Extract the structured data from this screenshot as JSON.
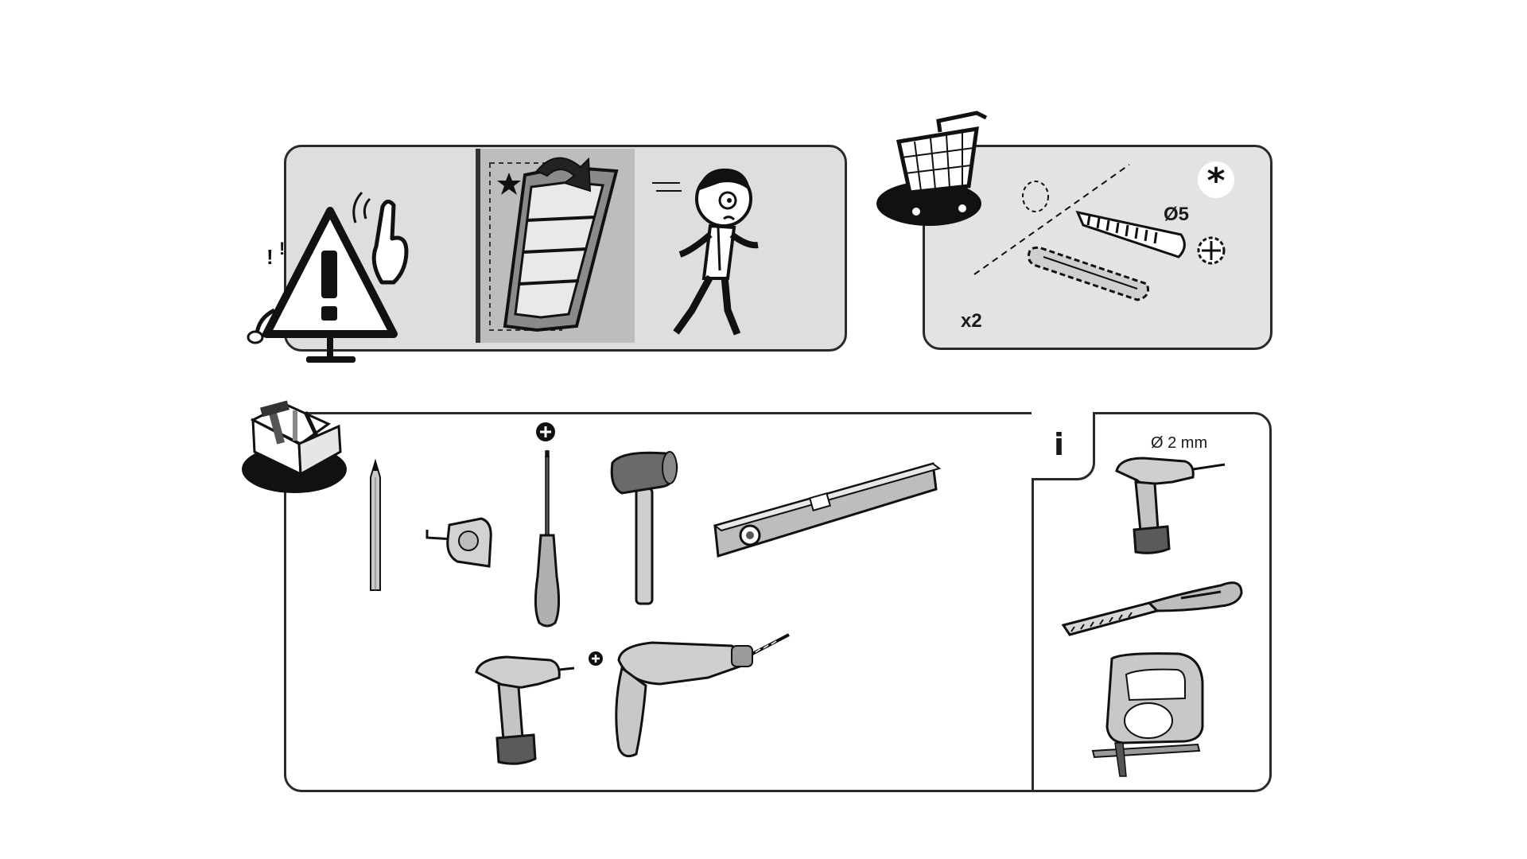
{
  "purchase": {
    "quantity_label": "x2",
    "screw_diameter_label": "Ø5"
  },
  "info": {
    "tab_letter": "i",
    "drill_bit_label": "Ø 2 mm"
  },
  "icons": {
    "warning": "warning-triangle-icon",
    "cart": "shopping-cart-icon",
    "asterisk": "asterisk-icon",
    "toolbox": "toolbox-icon",
    "plus": "plus-icon"
  }
}
